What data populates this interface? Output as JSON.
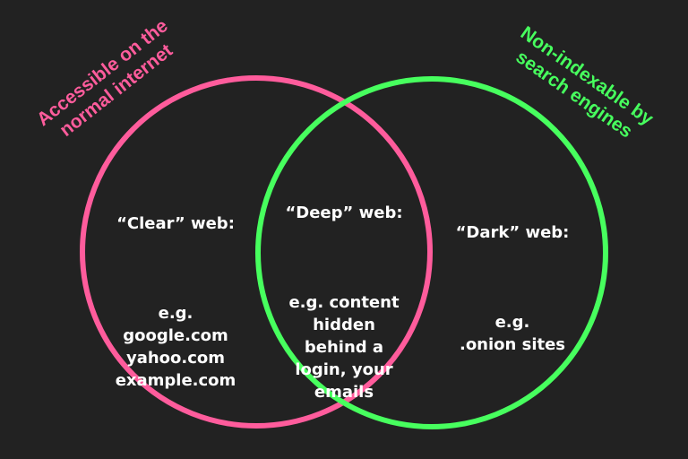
{
  "colors": {
    "background": "#222222",
    "left_circle": "#ff5c9c",
    "right_circle": "#47ff5e",
    "text": "#ffffff"
  },
  "labels": {
    "left": "Accessible on the\nnormal internet",
    "right": "Non-indexable by\nsearch engines"
  },
  "regions": {
    "clear": {
      "title": "“Clear” web:",
      "body": "e.g.\ngoogle.com\nyahoo.com\nexample.com"
    },
    "deep": {
      "title": "“Deep” web:",
      "body": "e.g. content\nhidden\nbehind a\nlogin, your\nemails"
    },
    "dark": {
      "title": "“Dark” web:",
      "body": "e.g.\n.onion sites"
    }
  }
}
